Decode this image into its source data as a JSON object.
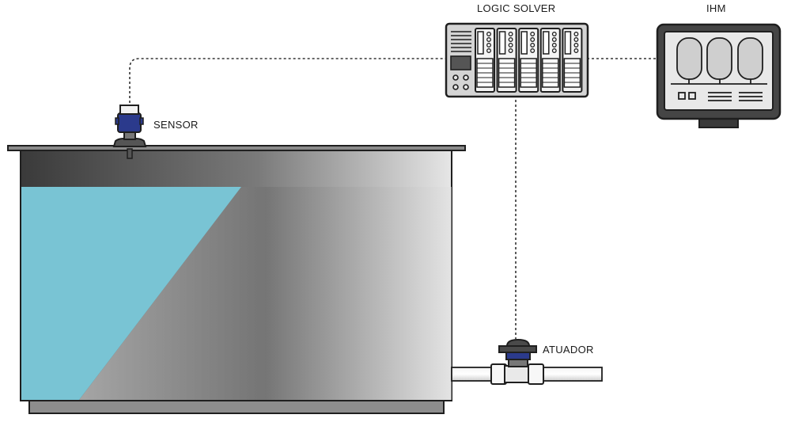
{
  "labels": {
    "logic_solver": "LOGIC SOLVER",
    "ihm": "IHM",
    "sensor": "SENSOR",
    "atuador": "ATUADOR"
  },
  "colors": {
    "water": "#79c4d4",
    "device_blue": "#2b3a8c",
    "tank_dark": "#3a3a3a",
    "tank_light": "#e8e8e8",
    "panel_gray": "#d9d9d9",
    "outline": "#1f1f1f"
  }
}
